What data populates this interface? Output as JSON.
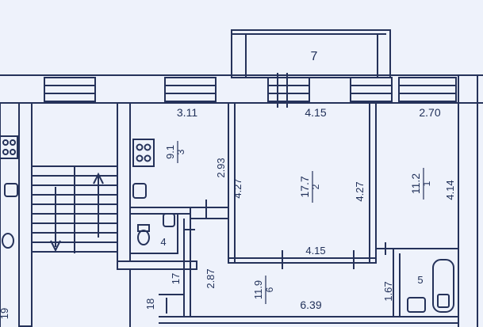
{
  "plan": {
    "colors": {
      "paper": "#eef2fb",
      "ink": "#25325a",
      "wall": "#ffffff"
    },
    "balcony_number": "7",
    "rooms": [
      {
        "id": "room-1",
        "number": "1",
        "area": "11.2"
      },
      {
        "id": "room-2",
        "number": "2",
        "area": "17.7"
      },
      {
        "id": "room-3",
        "number": "3",
        "area": "9.1"
      },
      {
        "id": "room-6",
        "number": "6",
        "area": "11.9"
      }
    ],
    "small_numbers": {
      "wc": "4",
      "bath": "5",
      "left_17": "17",
      "left_18": "18",
      "edge_19": "19"
    },
    "dimensions": {
      "room3_top": "3.11",
      "room2_top": "4.15",
      "room1_top": "2.70",
      "room3_right": "2.93",
      "room2_left": "4.27",
      "room2_right": "4.27",
      "room1_right": "4.14",
      "room2_bottom": "4.15",
      "hall_left": "2.87",
      "hall_bottom": "6.39",
      "bath_left": "1.67"
    }
  }
}
